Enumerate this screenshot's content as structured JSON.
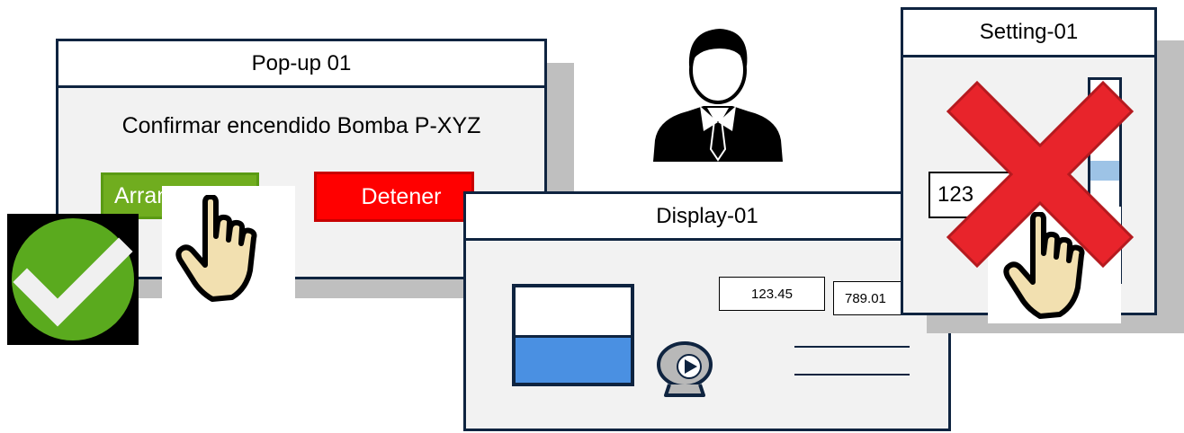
{
  "popup": {
    "title": "Pop-up 01",
    "message": "Confirmar encendido Bomba P-XYZ",
    "start_button": "Arrancar",
    "stop_button": "Detener"
  },
  "display": {
    "title": "Display-01",
    "value_1": "123.45",
    "value_2": "789.01",
    "tank_level_fraction": 0.5
  },
  "setting": {
    "title": "Setting-01",
    "input_value": "123"
  },
  "colors": {
    "window_border": "#0f2440",
    "start_button": "#70ad1f",
    "stop_button": "#ff0000",
    "tank_fill": "#4a90e2",
    "check_green": "#5aaa1e",
    "reject_x": "#e8242b",
    "hand_skin": "#f2e0b0"
  },
  "icons": {
    "user": "user-icon",
    "check": "check-icon",
    "hand": "hand-pointer-icon",
    "reject": "x-mark-icon",
    "video": "video-camera-icon"
  }
}
